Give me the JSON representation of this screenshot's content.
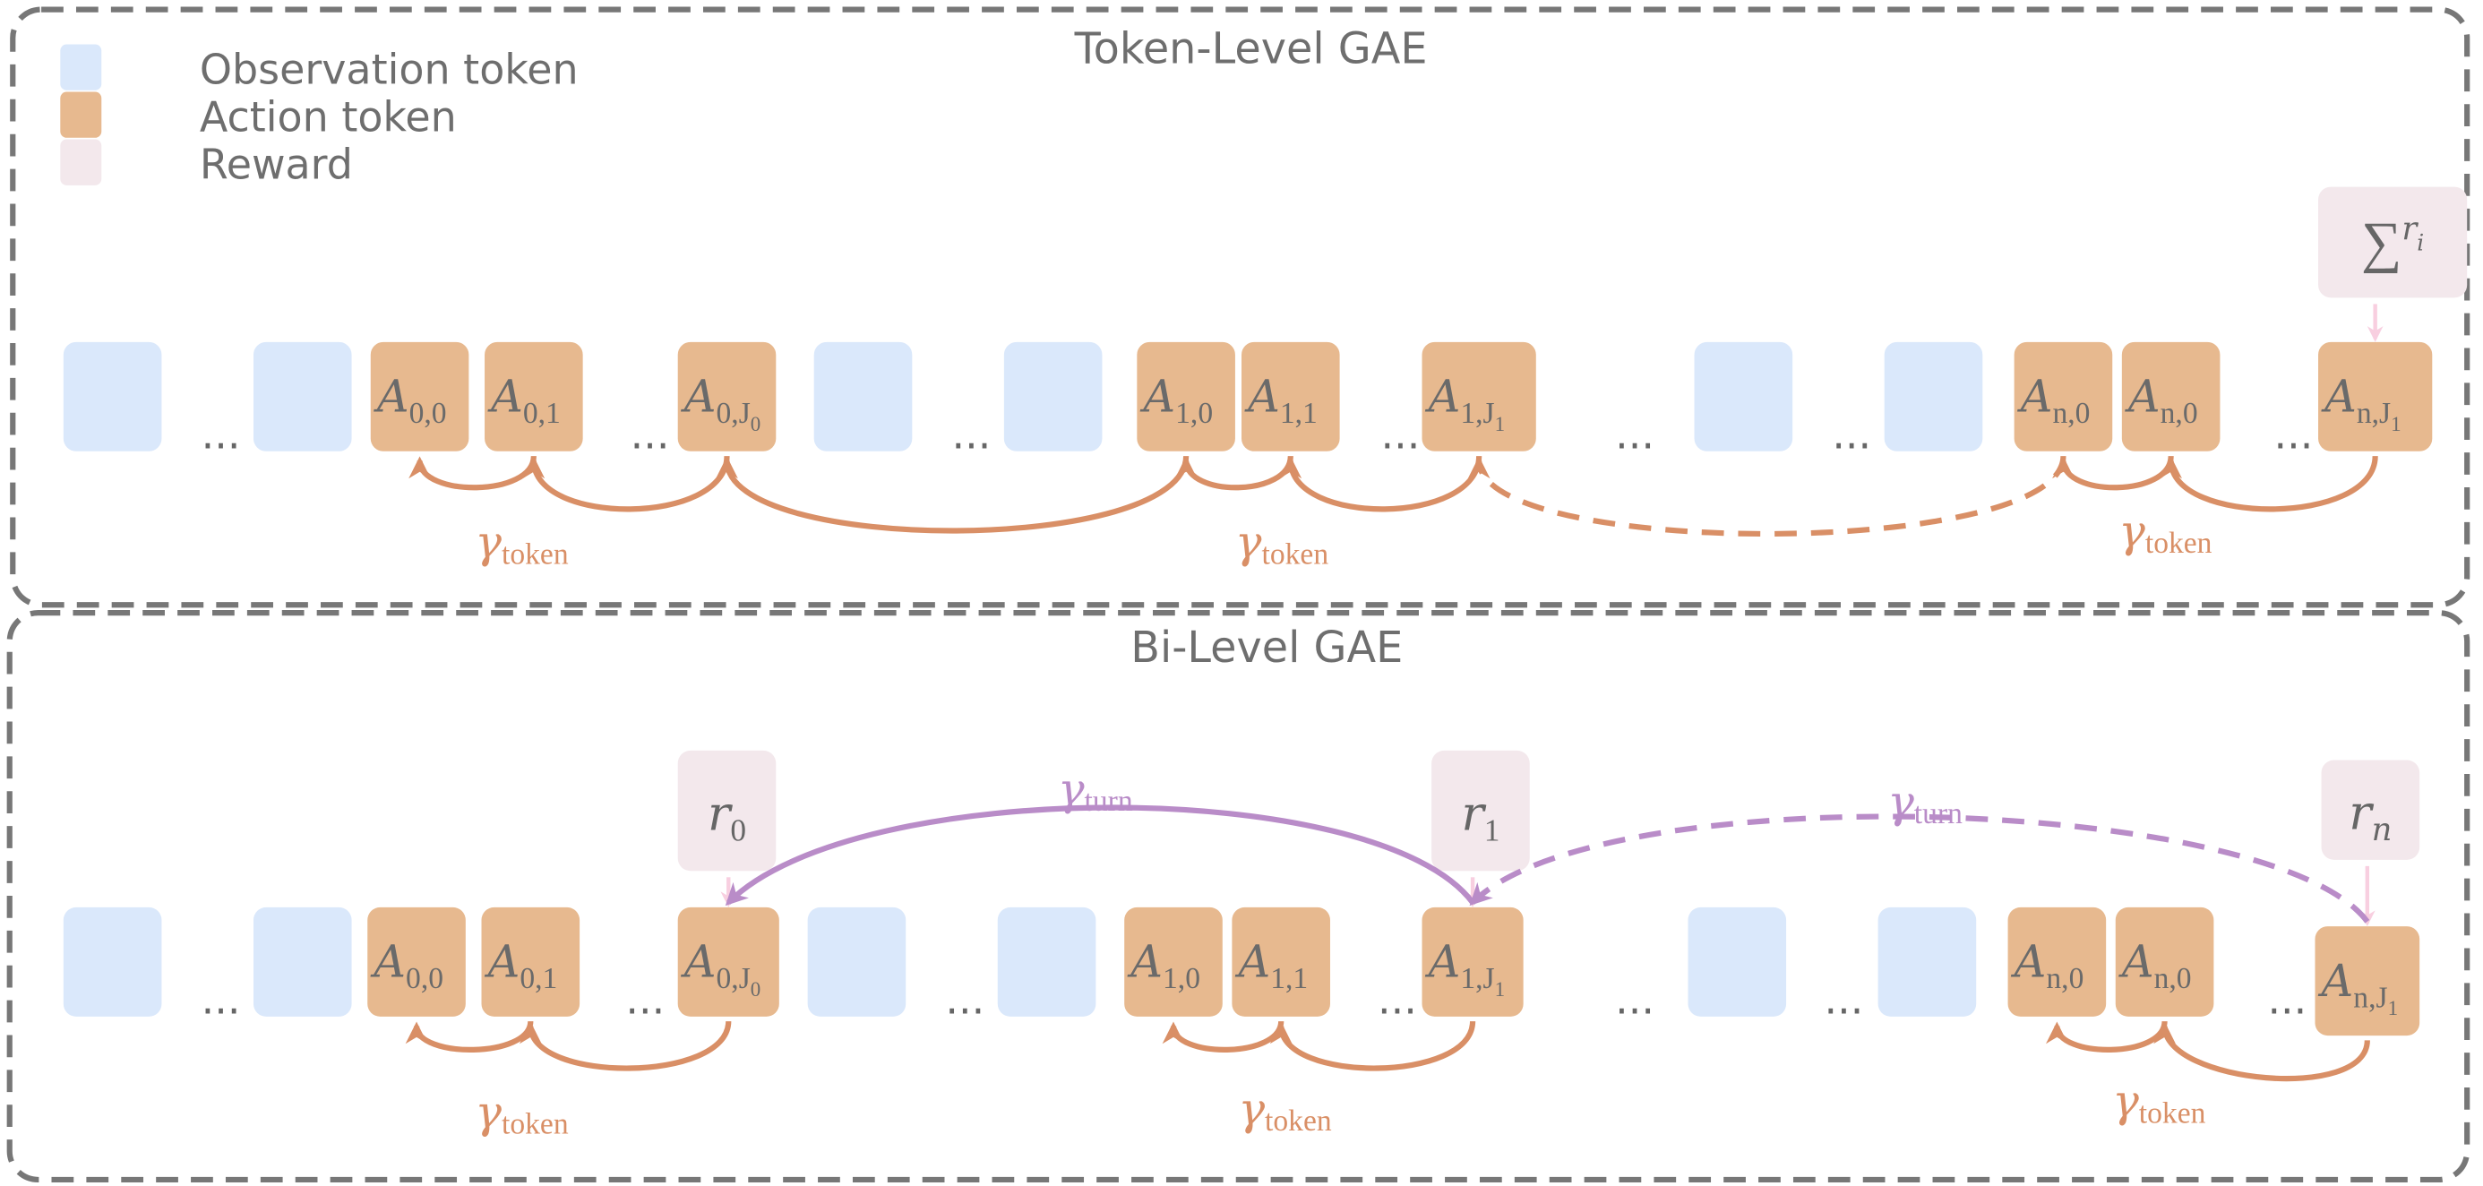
{
  "colors": {
    "observation": "#dae8fb",
    "action": "#e7b98f",
    "reward": "#f3e8ec",
    "reward_arrow": "#f8cfe0",
    "token_arrow": "#d98f66",
    "turn_arrow": "#b98cc8",
    "border": "#777777",
    "text": "#6e6e6e"
  },
  "legend": [
    {
      "label": "Observation token",
      "type": "observation"
    },
    {
      "label": "Action token",
      "type": "action"
    },
    {
      "label": "Reward",
      "type": "reward"
    }
  ],
  "panels": [
    {
      "title": "Token-Level GAE",
      "tokens": [
        {
          "type": "obs"
        },
        {
          "type": "dots",
          "text": "..."
        },
        {
          "type": "obs"
        },
        {
          "type": "action",
          "base": "A",
          "sub": "0,0"
        },
        {
          "type": "action",
          "base": "A",
          "sub": "0,1"
        },
        {
          "type": "dots",
          "text": "..."
        },
        {
          "type": "action",
          "base": "A",
          "sub": "0,J",
          "subsub": "0"
        },
        {
          "type": "obs"
        },
        {
          "type": "dots",
          "text": "..."
        },
        {
          "type": "obs"
        },
        {
          "type": "action",
          "base": "A",
          "sub": "1,0"
        },
        {
          "type": "action",
          "base": "A",
          "sub": "1,1"
        },
        {
          "type": "dots",
          "text": "..."
        },
        {
          "type": "action",
          "base": "A",
          "sub": "1,J",
          "subsub": "1"
        },
        {
          "type": "dots",
          "text": "..."
        },
        {
          "type": "obs"
        },
        {
          "type": "dots",
          "text": "..."
        },
        {
          "type": "obs"
        },
        {
          "type": "action",
          "base": "A",
          "sub": "n,0"
        },
        {
          "type": "action",
          "base": "A",
          "sub": "n,0"
        },
        {
          "type": "dots",
          "text": "..."
        },
        {
          "type": "action",
          "base": "A",
          "sub": "n,J",
          "subsub": "1"
        }
      ],
      "rewards": [
        {
          "prefix": "∑",
          "base": "r",
          "sub": "i"
        }
      ],
      "discount_labels": [
        {
          "symbol": "γ",
          "sub": "token",
          "kind": "token"
        },
        {
          "symbol": "γ",
          "sub": "token",
          "kind": "token"
        },
        {
          "symbol": "γ",
          "sub": "token",
          "kind": "token"
        }
      ]
    },
    {
      "title": "Bi-Level GAE",
      "tokens": [
        {
          "type": "obs"
        },
        {
          "type": "dots",
          "text": "..."
        },
        {
          "type": "obs"
        },
        {
          "type": "action",
          "base": "A",
          "sub": "0,0"
        },
        {
          "type": "action",
          "base": "A",
          "sub": "0,1"
        },
        {
          "type": "dots",
          "text": "..."
        },
        {
          "type": "action",
          "base": "A",
          "sub": "0,J",
          "subsub": "0"
        },
        {
          "type": "obs"
        },
        {
          "type": "dots",
          "text": "..."
        },
        {
          "type": "obs"
        },
        {
          "type": "action",
          "base": "A",
          "sub": "1,0"
        },
        {
          "type": "action",
          "base": "A",
          "sub": "1,1"
        },
        {
          "type": "dots",
          "text": "..."
        },
        {
          "type": "action",
          "base": "A",
          "sub": "1,J",
          "subsub": "1"
        },
        {
          "type": "dots",
          "text": "..."
        },
        {
          "type": "obs"
        },
        {
          "type": "dots",
          "text": "..."
        },
        {
          "type": "obs"
        },
        {
          "type": "action",
          "base": "A",
          "sub": "n,0"
        },
        {
          "type": "action",
          "base": "A",
          "sub": "n,0"
        },
        {
          "type": "dots",
          "text": "..."
        },
        {
          "type": "action",
          "base": "A",
          "sub": "n,J",
          "subsub": "1"
        }
      ],
      "rewards": [
        {
          "prefix": "",
          "base": "r",
          "sub": "0"
        },
        {
          "prefix": "",
          "base": "r",
          "sub": "1"
        },
        {
          "prefix": "",
          "base": "r",
          "sub": "n"
        }
      ],
      "discount_labels": [
        {
          "symbol": "γ",
          "sub": "turn",
          "kind": "turn"
        },
        {
          "symbol": "γ",
          "sub": "turn",
          "kind": "turn"
        },
        {
          "symbol": "γ",
          "sub": "token",
          "kind": "token"
        },
        {
          "symbol": "γ",
          "sub": "token",
          "kind": "token"
        },
        {
          "symbol": "γ",
          "sub": "token",
          "kind": "token"
        }
      ]
    }
  ]
}
